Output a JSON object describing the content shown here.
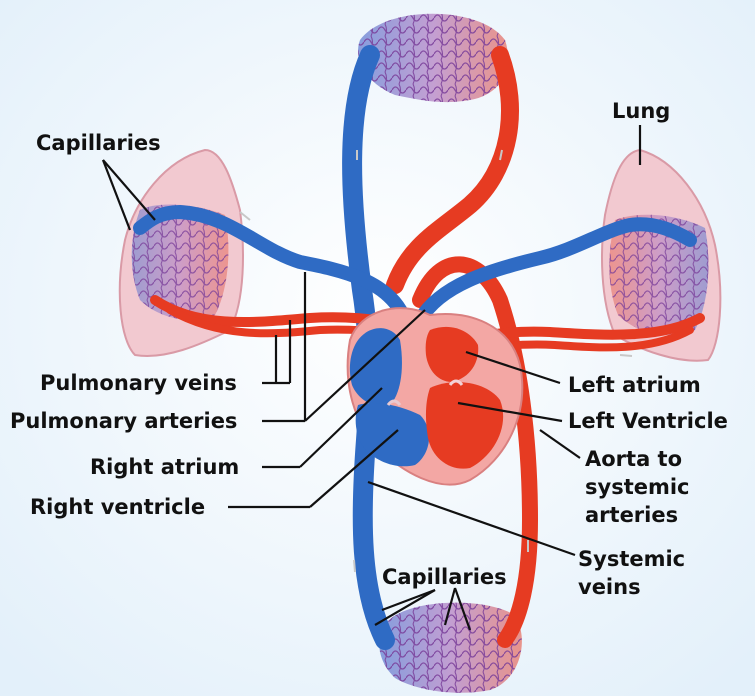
{
  "labels": {
    "capillaries_top": "Capillaries",
    "lung": "Lung",
    "pulmonary_veins": "Pulmonary veins",
    "pulmonary_arteries": "Pulmonary arteries",
    "right_atrium": "Right atrium",
    "right_ventricle": "Right ventricle",
    "left_atrium": "Left atrium",
    "left_ventricle": "Left Ventricle",
    "aorta_line1": "Aorta to",
    "aorta_line2": "systemic",
    "aorta_line3": "arteries",
    "systemic_veins_line1": "Systemic",
    "systemic_veins_line2": "veins",
    "capillaries_bottom": "Capillaries"
  },
  "colors": {
    "background": "#eaf4fb",
    "oxygen_poor_blood": "#2f6bc4",
    "oxygen_rich_blood": "#e63b22",
    "capillary_bed": "#b27fc2",
    "lung_tissue": "#f1c8cf",
    "heart_tissue": "#f3a7a4"
  }
}
